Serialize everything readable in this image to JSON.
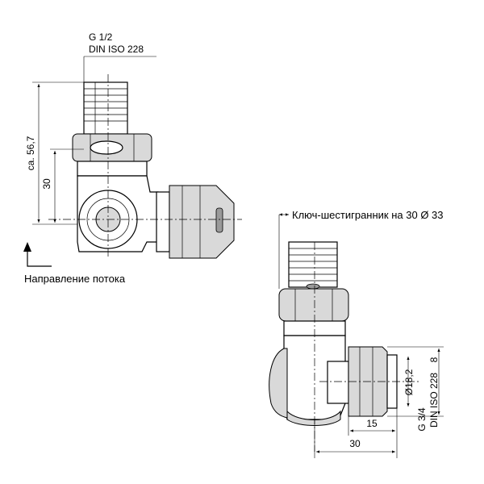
{
  "left_view": {
    "thread_label_1": "G 1/2",
    "thread_label_2": "DIN ISO 228",
    "dim_height": "ca. 56,7",
    "dim_30": "30",
    "flow_label": "Направление потока"
  },
  "right_view": {
    "wrench_label": "Ключ-шестигранник на 30 Ø 33",
    "dim_diameter": "Ø18,2",
    "dim_15": "15",
    "dim_30": "30",
    "thread_label_1": "G 3/4",
    "thread_label_2": "DIN ISO 228",
    "thread_label_3": "8"
  }
}
